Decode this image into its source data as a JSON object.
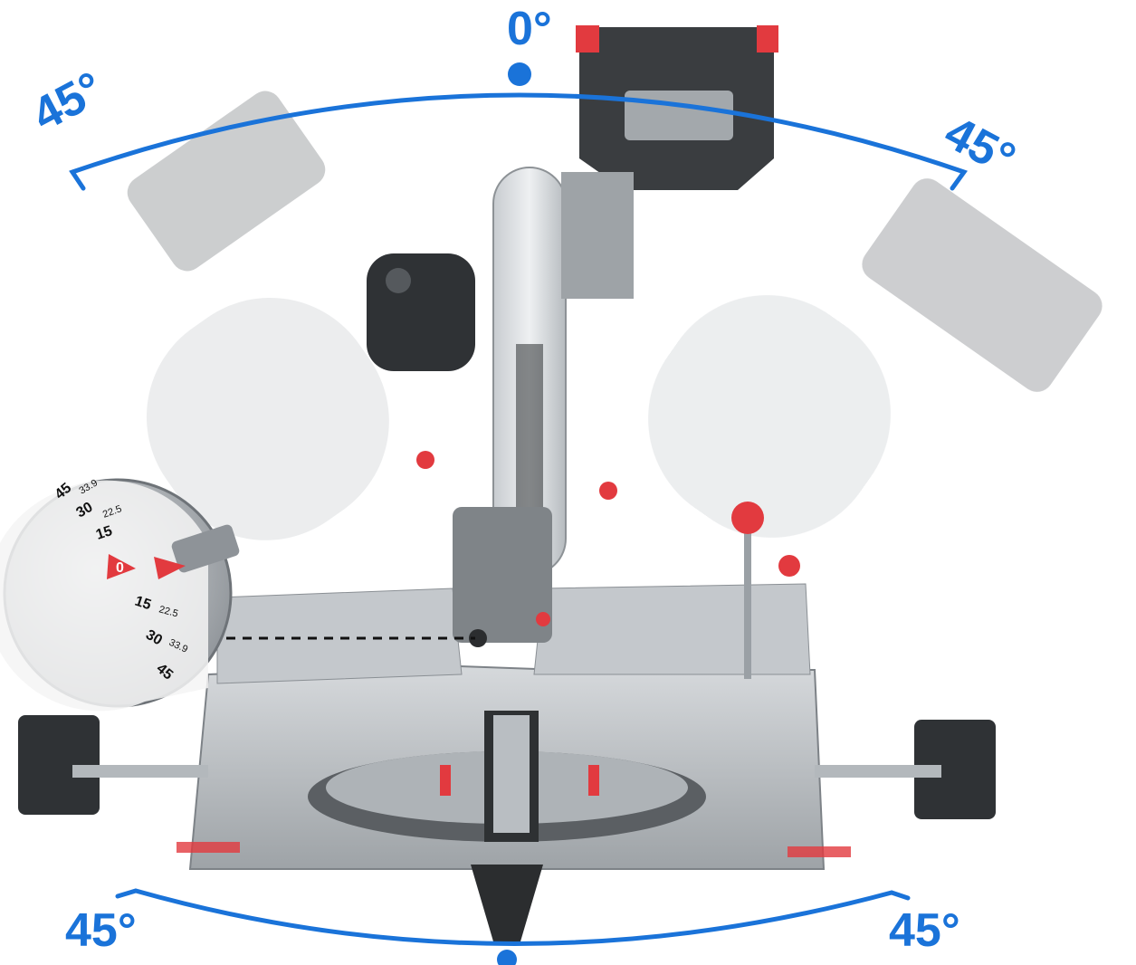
{
  "bevel_scale": {
    "top_label": "0°",
    "left_label": "45°",
    "right_label": "45°"
  },
  "miter_scale": {
    "left_label": "45°",
    "right_label": "45°"
  },
  "dial": {
    "marks_left": [
      "45",
      "30",
      "15",
      "0",
      "15",
      "30",
      "45"
    ],
    "marks_right": [
      "33.9",
      "22.5",
      "22.5",
      "33.9"
    ]
  },
  "colors": {
    "accent_blue": "#1a73d9",
    "tool_red": "#e23a3f",
    "tool_grey": "#8f9599",
    "handle_dark": "#3a3d40"
  }
}
